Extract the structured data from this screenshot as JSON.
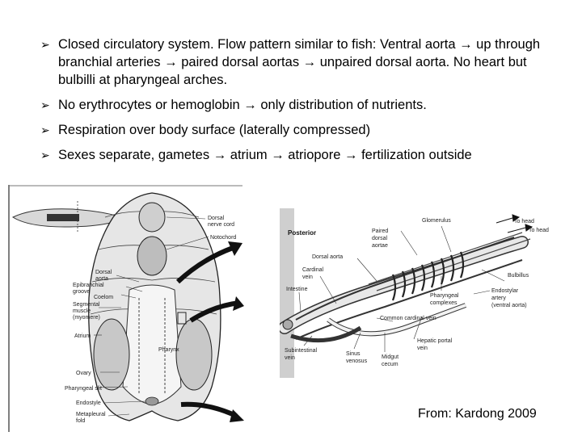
{
  "bullets": [
    "Closed circulatory system. Flow pattern similar to fish: Ventral aorta  → up through branchial arteries → paired dorsal aortas → unpaired dorsal aorta. No heart but bulbilli at pharyngeal arches.",
    "No erythrocytes or hemoglobin → only distribution of nutrients.",
    "Respiration over body surface (laterally compressed)",
    "Sexes separate, gametes → atrium → atriopore → fertilization outside"
  ],
  "credit": "From: Kardong 2009",
  "figure_left": {
    "labels": {
      "dorsal_nerve_cord": [
        "Dorsal",
        "nerve cord"
      ],
      "notochord": "Notochord",
      "dorsal_aorta": [
        "Dorsal",
        "aorta"
      ],
      "epibranchial_groove": [
        "Epibranchial",
        "groove"
      ],
      "coelom": "Coelom",
      "segmental_muscle": [
        "Segmental",
        "muscle",
        "(myomere)"
      ],
      "atrium": "Atrium",
      "pharynx": "Pharynx",
      "ovary": "Ovary",
      "pharyngeal_slit": "Pharyngeal slit",
      "endostyle": "Endostyle",
      "metapleural_fold": [
        "Metapleural",
        "fold"
      ]
    }
  },
  "figure_right": {
    "labels": {
      "posterior": "Posterior",
      "glomerulus": "Glomerulus",
      "to_head_1": "To head",
      "to_head_2": "To head",
      "paired_dorsal_aortae": [
        "Paired",
        "dorsal",
        "aortae"
      ],
      "dorsal_aorta": "Dorsal aorta",
      "cardinal_vein": [
        "Cardinal",
        "vein"
      ],
      "intestine": "Intestine",
      "bulbillus": "Bulbillus",
      "pharyngeal_complexes": [
        "Pharyngeal",
        "complexes"
      ],
      "endostylar_artery": [
        "Endostylar",
        "artery",
        "(ventral aorta)"
      ],
      "common_cardinal_vein": "Common cardinal vein",
      "hepatic_portal_vein": [
        "Hepatic portal",
        "vein"
      ],
      "subintestinal_vein": [
        "Subintestinal",
        "vein"
      ],
      "sinus_venosus": [
        "Sinus",
        "venosus"
      ],
      "midgut_cecum": [
        "Midgut",
        "cecum"
      ]
    }
  }
}
